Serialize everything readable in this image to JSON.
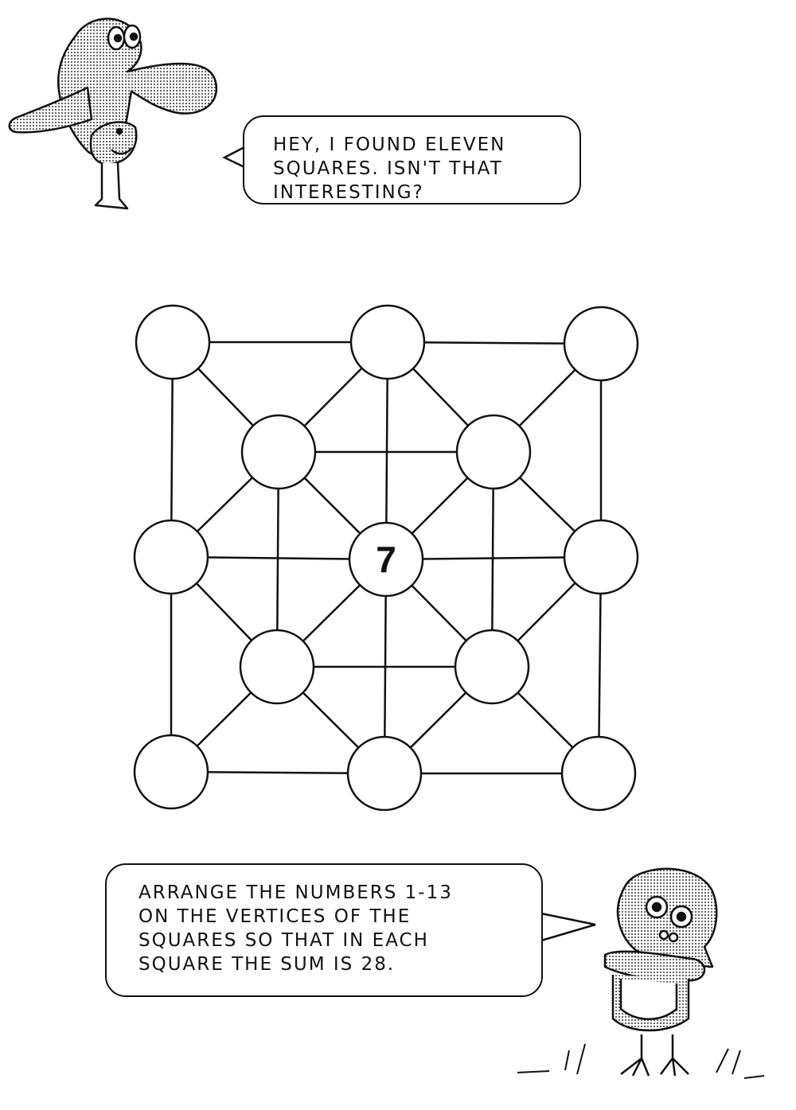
{
  "speech_top": {
    "lines": [
      "HEY, I FOUND ELEVEN",
      "SQUARES. ISN'T THAT",
      "INTERESTING?"
    ]
  },
  "speech_bottom": {
    "lines": [
      "ARRANGE THE NUMBERS 1-13",
      "ON THE VERTICES OF THE",
      "SQUARES SO THAT IN EACH",
      "SQUARE THE SUM IS 28."
    ]
  },
  "puzzle": {
    "nodes": [
      {
        "id": "a1",
        "label": ""
      },
      {
        "id": "a2",
        "label": ""
      },
      {
        "id": "a3",
        "label": ""
      },
      {
        "id": "b1",
        "label": ""
      },
      {
        "id": "b2",
        "label": ""
      },
      {
        "id": "c1",
        "label": ""
      },
      {
        "id": "c2",
        "label": "7"
      },
      {
        "id": "c3",
        "label": ""
      },
      {
        "id": "d1",
        "label": ""
      },
      {
        "id": "d2",
        "label": ""
      },
      {
        "id": "e1",
        "label": ""
      },
      {
        "id": "e2",
        "label": ""
      },
      {
        "id": "e3",
        "label": ""
      }
    ]
  },
  "colors": {
    "ink": "#111111",
    "halftone": "#bdbdbd",
    "paper": "#ffffff"
  },
  "icons": {
    "top_character": "cartoon-hand-character-icon",
    "bottom_character": "cartoon-bird-character-icon"
  }
}
